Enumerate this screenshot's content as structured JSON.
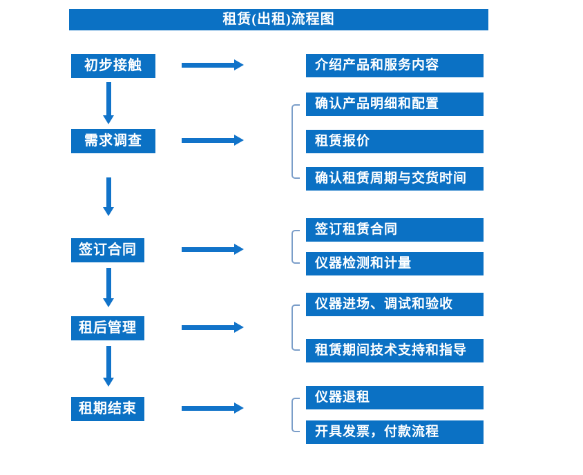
{
  "title": "租赁(出租)流程图",
  "colors": {
    "box_blue": "#0b71c4",
    "arrow_blue": "#1173c9",
    "bracket_blue": "#7b9ec9",
    "text_white": "#ffffff"
  },
  "stages": [
    {
      "label": "初步接触"
    },
    {
      "label": "需求调查"
    },
    {
      "label": "签订合同"
    },
    {
      "label": "租后管理"
    },
    {
      "label": "租期结束"
    }
  ],
  "details": [
    {
      "stage": "初步接触",
      "items": [
        "介绍产品和服务内容"
      ]
    },
    {
      "stage": "需求调查",
      "items": [
        "确认产品明细和配置",
        "租赁报价",
        "确认租赁周期与交货时间"
      ]
    },
    {
      "stage": "签订合同",
      "items": [
        "签订租赁合同",
        "仪器检测和计量"
      ]
    },
    {
      "stage": "租后管理",
      "items": [
        "仪器进场、调试和验收",
        "租赁期间技术支持和指导"
      ]
    },
    {
      "stage": "租期结束",
      "items": [
        "仪器退租",
        "开具发票，付款流程"
      ]
    }
  ]
}
